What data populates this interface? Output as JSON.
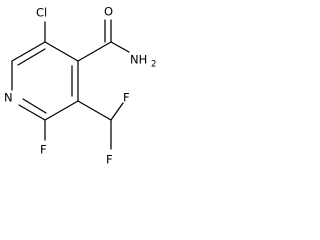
{
  "molecule": {
    "atoms": {
      "chlorine": "Cl",
      "carbonyl_oxygen": "O",
      "amide_nitrogen": "NH",
      "amide_subscript": "2",
      "ring_nitrogen": "N",
      "ring_fluorine": "F",
      "chf2_fluorine_1": "F",
      "chf2_fluorine_2": "F"
    }
  }
}
